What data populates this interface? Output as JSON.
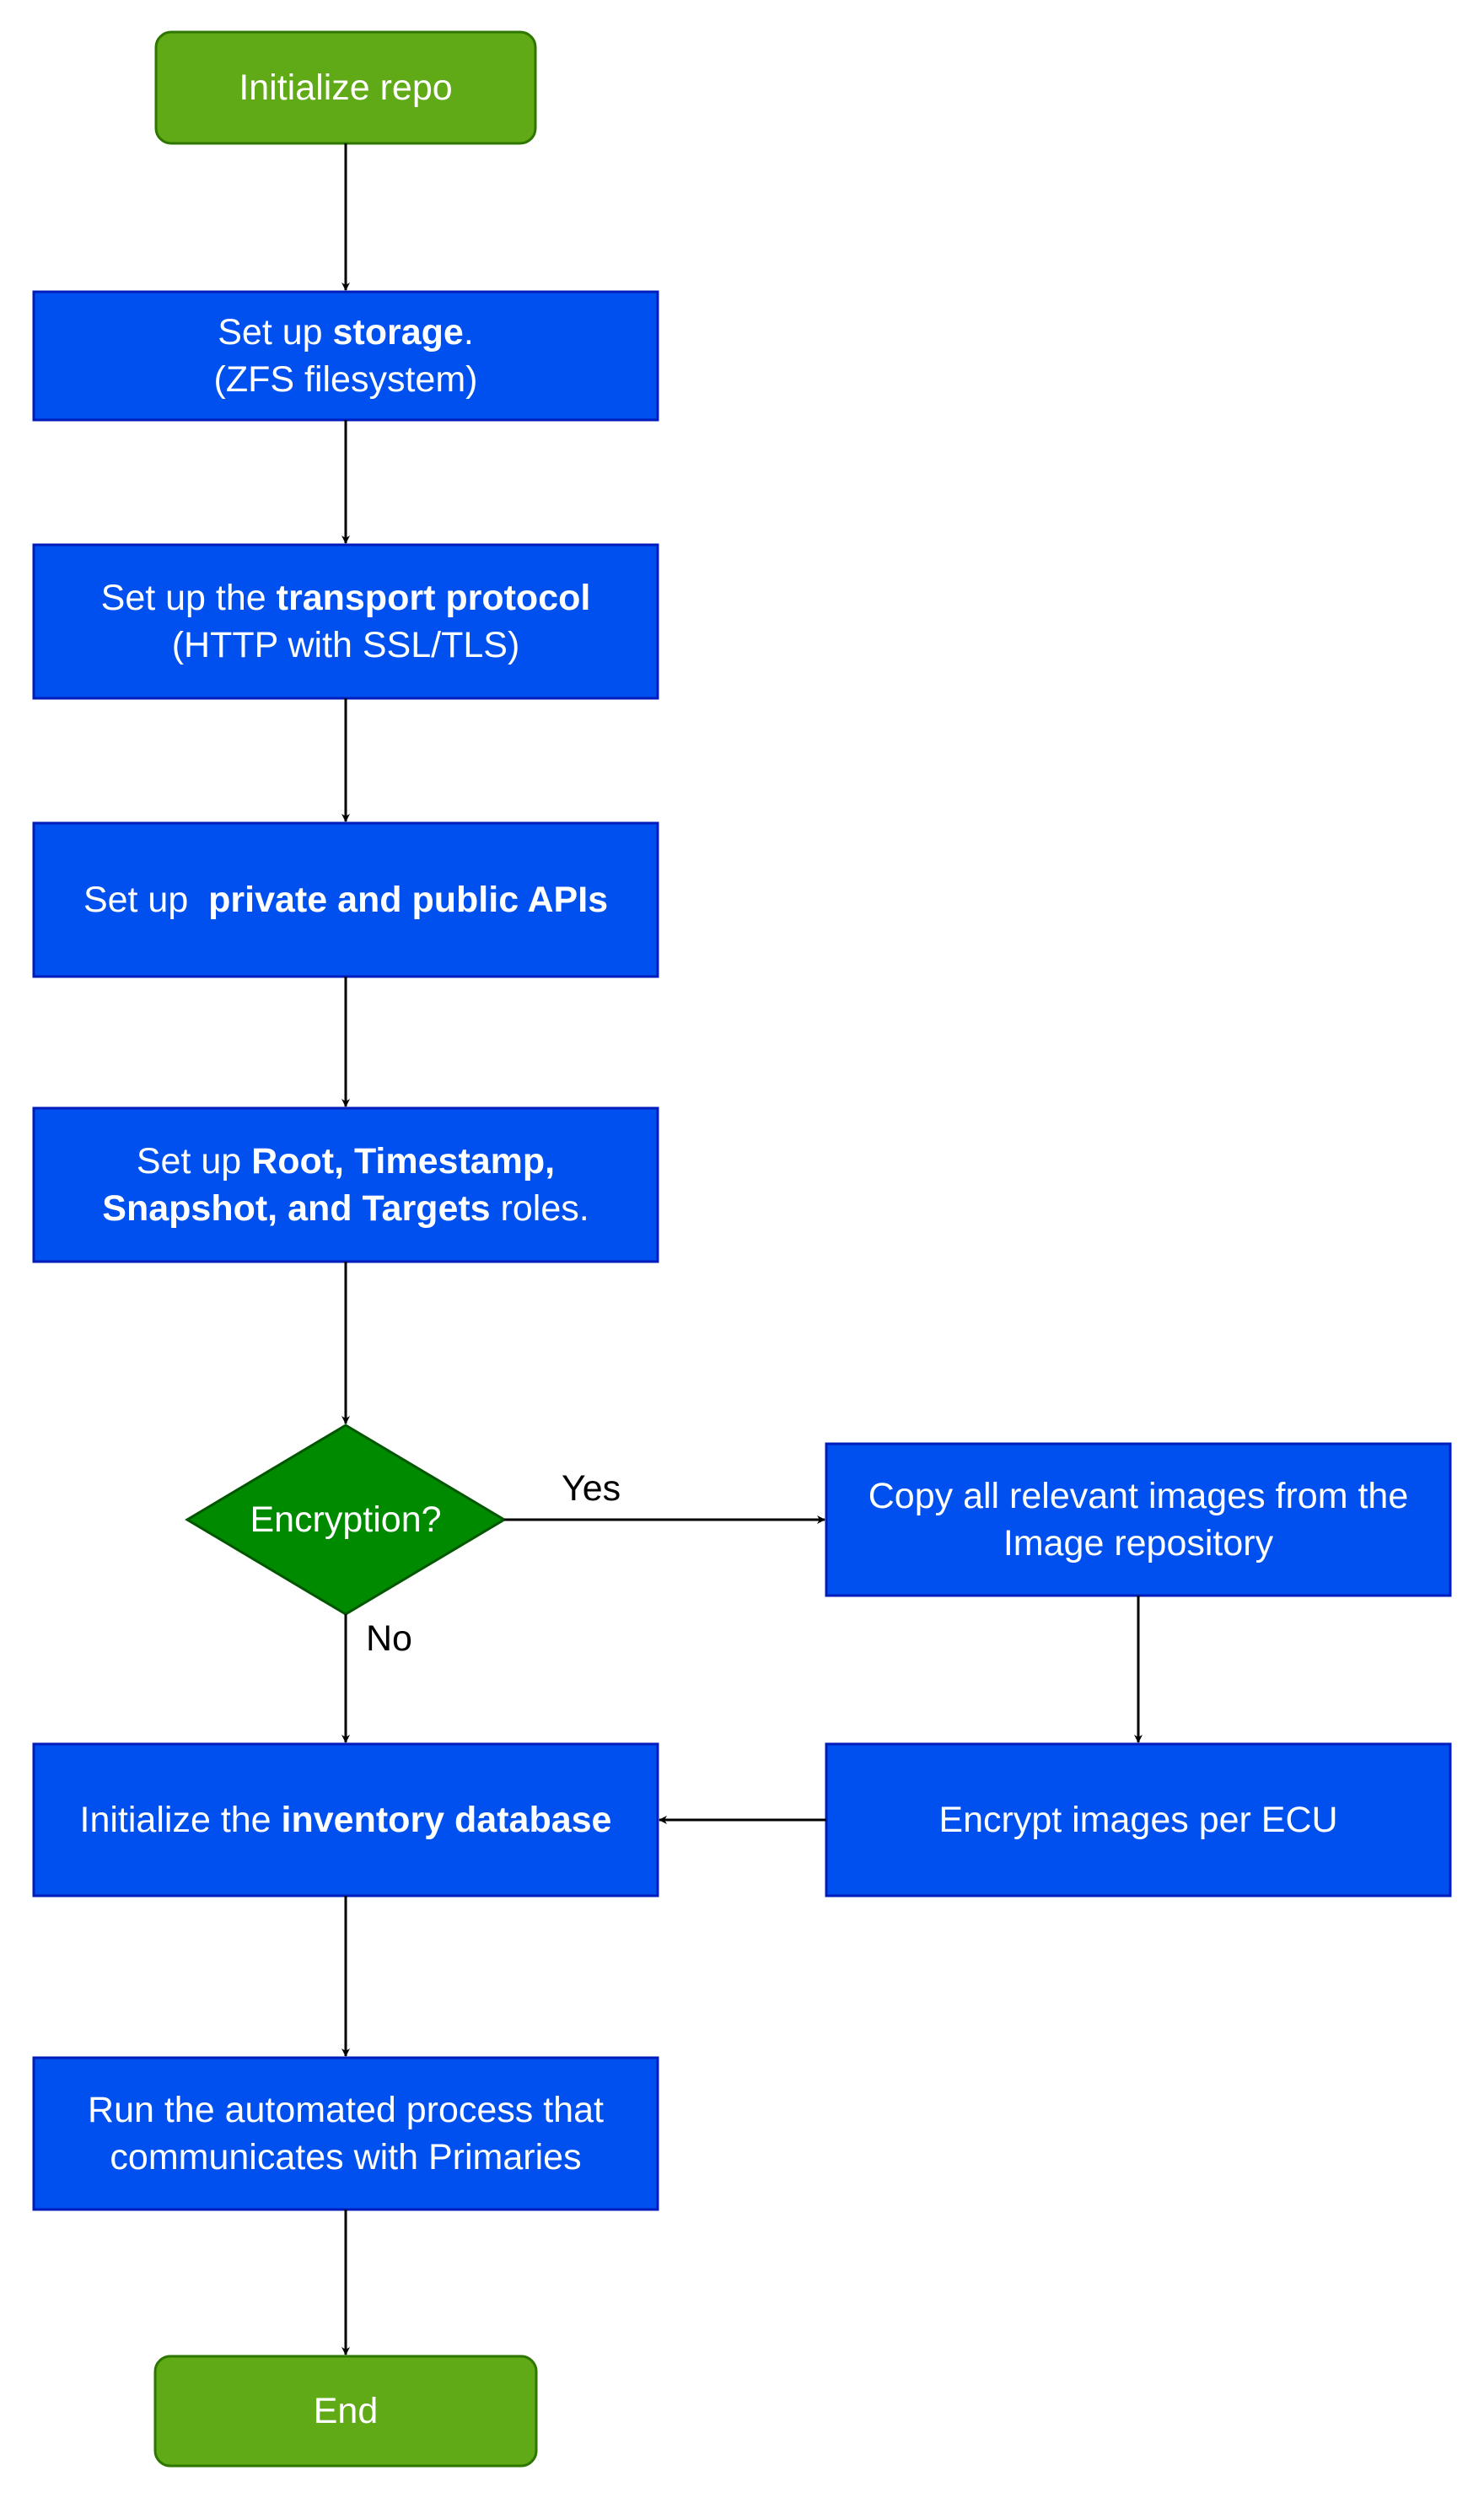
{
  "colors": {
    "terminal_fill": "#60a917",
    "terminal_stroke": "#2d7600",
    "process_fill": "#0050ef",
    "process_stroke": "#001dbc",
    "decision_fill": "#008a00",
    "decision_stroke": "#005700",
    "edge": "#000000",
    "text": "#ffffff"
  },
  "nodes": {
    "start": {
      "text": "Initialize repo"
    },
    "storage": {
      "pre": "Set up ",
      "bold": "storage",
      "post": ".",
      "line2": "(ZFS filesystem)"
    },
    "transport": {
      "pre": "Set up the ",
      "bold": "transport protocol",
      "line2": "(HTTP with SSL/TLS)"
    },
    "apis": {
      "pre": "Set up  ",
      "bold": "private and public APIs"
    },
    "roles": {
      "pre": "Set up ",
      "bold1": "Root, Timestamp,",
      "bold2": "Snapshot, and Targets",
      "post": " roles."
    },
    "encryption": {
      "text": "Encryption?"
    },
    "copy": {
      "line1": "Copy all relevant images from the",
      "line2": "Image repository"
    },
    "encrypt": {
      "text": "Encrypt images per ECU"
    },
    "inventory": {
      "pre": "Initialize the ",
      "bold": "inventory database"
    },
    "automated": {
      "line1": "Run the automated process that",
      "line2": "communicates with Primaries"
    },
    "end": {
      "text": "End"
    }
  },
  "edges": {
    "yes_label": "Yes",
    "no_label": "No"
  }
}
